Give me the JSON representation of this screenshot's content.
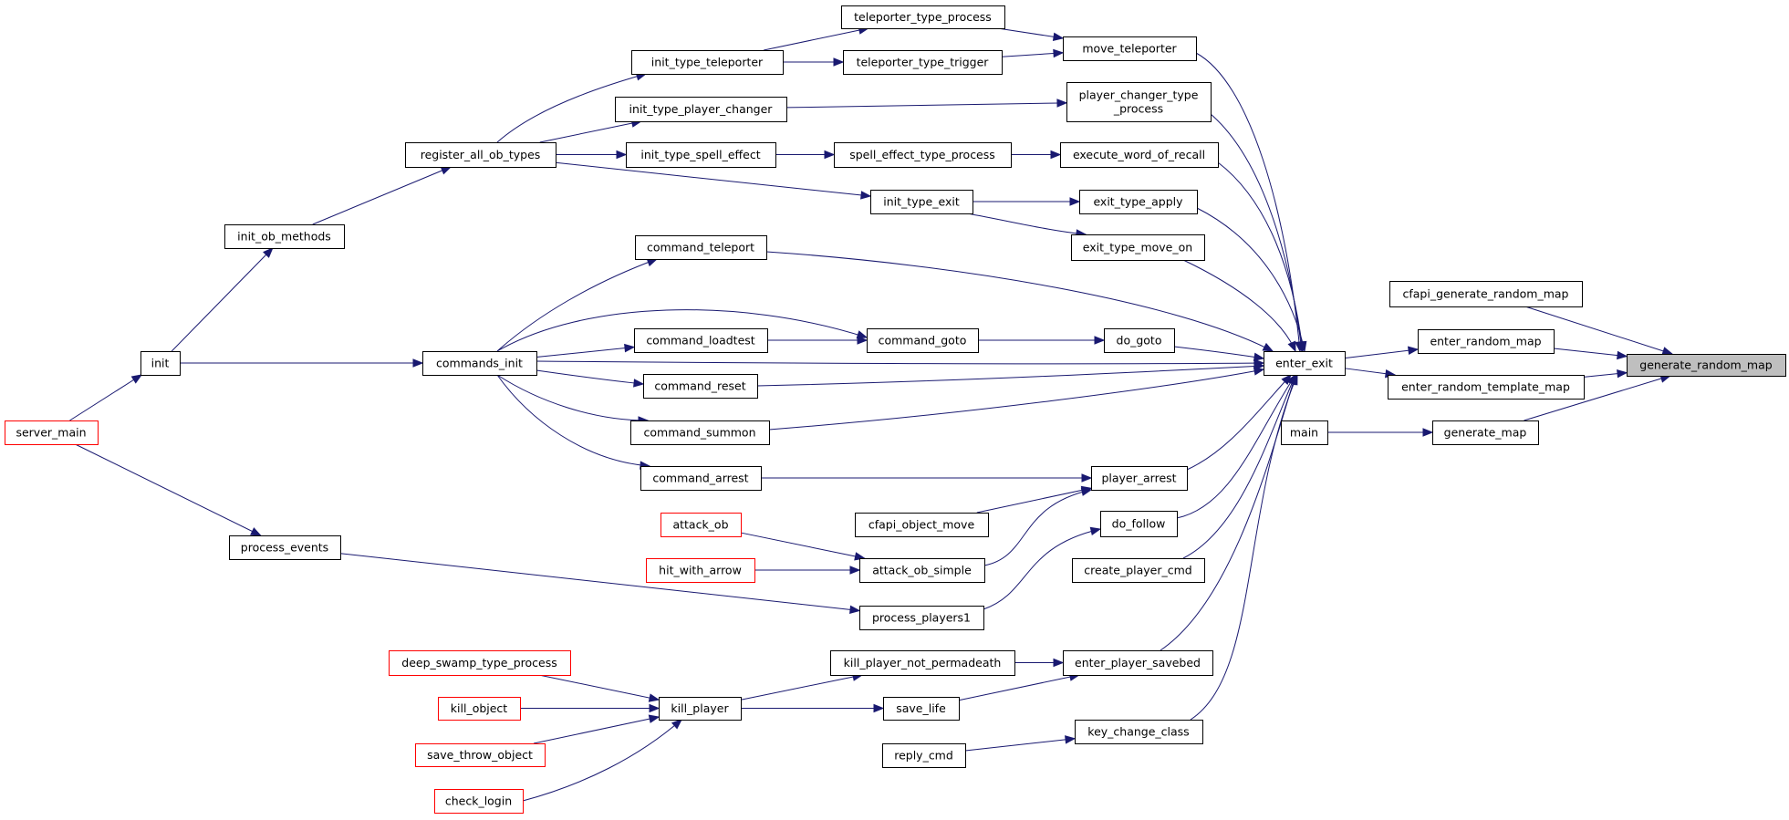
{
  "colors": {
    "edge": "#191970",
    "node_border": "#000000",
    "incomplete_border": "#ff0000",
    "current_fill": "#bfbfbf"
  },
  "nodes": [
    {
      "id": "generate_random_map",
      "label": "generate_random_map",
      "style": "current"
    },
    {
      "id": "cfapi_generate_random_map",
      "label": "cfapi_generate_random_map",
      "style": "normal"
    },
    {
      "id": "enter_random_map",
      "label": "enter_random_map",
      "style": "normal"
    },
    {
      "id": "enter_random_template_map",
      "label": "enter_random_template_map",
      "style": "normal"
    },
    {
      "id": "generate_map",
      "label": "generate_map",
      "style": "normal"
    },
    {
      "id": "main",
      "label": "main",
      "style": "normal"
    },
    {
      "id": "enter_exit",
      "label": "enter_exit",
      "style": "normal"
    },
    {
      "id": "teleporter_type_process",
      "label": "teleporter_type_process",
      "style": "normal"
    },
    {
      "id": "move_teleporter",
      "label": "move_teleporter",
      "style": "normal"
    },
    {
      "id": "init_type_teleporter",
      "label": "init_type_teleporter",
      "style": "normal"
    },
    {
      "id": "teleporter_type_trigger",
      "label": "teleporter_type_trigger",
      "style": "normal"
    },
    {
      "id": "init_type_player_changer",
      "label": "init_type_player_changer",
      "style": "normal"
    },
    {
      "id": "player_changer_type_process",
      "label": "player_changer_type\n_process",
      "style": "normal"
    },
    {
      "id": "register_all_ob_types",
      "label": "register_all_ob_types",
      "style": "normal"
    },
    {
      "id": "init_type_spell_effect",
      "label": "init_type_spell_effect",
      "style": "normal"
    },
    {
      "id": "spell_effect_type_process",
      "label": "spell_effect_type_process",
      "style": "normal"
    },
    {
      "id": "execute_word_of_recall",
      "label": "execute_word_of_recall",
      "style": "normal"
    },
    {
      "id": "init_type_exit",
      "label": "init_type_exit",
      "style": "normal"
    },
    {
      "id": "exit_type_apply",
      "label": "exit_type_apply",
      "style": "normal"
    },
    {
      "id": "exit_type_move_on",
      "label": "exit_type_move_on",
      "style": "normal"
    },
    {
      "id": "init_ob_methods",
      "label": "init_ob_methods",
      "style": "normal"
    },
    {
      "id": "command_teleport",
      "label": "command_teleport",
      "style": "normal"
    },
    {
      "id": "command_loadtest",
      "label": "command_loadtest",
      "style": "normal"
    },
    {
      "id": "command_goto",
      "label": "command_goto",
      "style": "normal"
    },
    {
      "id": "do_goto",
      "label": "do_goto",
      "style": "normal"
    },
    {
      "id": "init",
      "label": "init",
      "style": "normal"
    },
    {
      "id": "commands_init",
      "label": "commands_init",
      "style": "normal"
    },
    {
      "id": "command_reset",
      "label": "command_reset",
      "style": "normal"
    },
    {
      "id": "server_main",
      "label": "server_main",
      "style": "incomplete"
    },
    {
      "id": "command_summon",
      "label": "command_summon",
      "style": "normal"
    },
    {
      "id": "command_arrest",
      "label": "command_arrest",
      "style": "normal"
    },
    {
      "id": "player_arrest",
      "label": "player_arrest",
      "style": "normal"
    },
    {
      "id": "attack_ob",
      "label": "attack_ob",
      "style": "incomplete"
    },
    {
      "id": "cfapi_object_move",
      "label": "cfapi_object_move",
      "style": "normal"
    },
    {
      "id": "do_follow",
      "label": "do_follow",
      "style": "normal"
    },
    {
      "id": "process_events",
      "label": "process_events",
      "style": "normal"
    },
    {
      "id": "hit_with_arrow",
      "label": "hit_with_arrow",
      "style": "incomplete"
    },
    {
      "id": "attack_ob_simple",
      "label": "attack_ob_simple",
      "style": "normal"
    },
    {
      "id": "create_player_cmd",
      "label": "create_player_cmd",
      "style": "normal"
    },
    {
      "id": "process_players1",
      "label": "process_players1",
      "style": "normal"
    },
    {
      "id": "deep_swamp_type_process",
      "label": "deep_swamp_type_process",
      "style": "incomplete"
    },
    {
      "id": "kill_player_not_permadeath",
      "label": "kill_player_not_permadeath",
      "style": "normal"
    },
    {
      "id": "enter_player_savebed",
      "label": "enter_player_savebed",
      "style": "normal"
    },
    {
      "id": "kill_object",
      "label": "kill_object",
      "style": "incomplete"
    },
    {
      "id": "kill_player",
      "label": "kill_player",
      "style": "normal"
    },
    {
      "id": "save_life",
      "label": "save_life",
      "style": "normal"
    },
    {
      "id": "save_throw_object",
      "label": "save_throw_object",
      "style": "incomplete"
    },
    {
      "id": "key_change_class",
      "label": "key_change_class",
      "style": "normal"
    },
    {
      "id": "reply_cmd",
      "label": "reply_cmd",
      "style": "normal"
    },
    {
      "id": "check_login",
      "label": "check_login",
      "style": "incomplete"
    }
  ],
  "edges": [
    {
      "from": "cfapi_generate_random_map",
      "to": "generate_random_map"
    },
    {
      "from": "enter_random_map",
      "to": "generate_random_map"
    },
    {
      "from": "enter_random_template_map",
      "to": "generate_random_map"
    },
    {
      "from": "generate_map",
      "to": "generate_random_map"
    },
    {
      "from": "main",
      "to": "generate_map"
    },
    {
      "from": "enter_exit",
      "to": "enter_random_map"
    },
    {
      "from": "enter_exit",
      "to": "enter_random_template_map"
    },
    {
      "from": "move_teleporter",
      "to": "enter_exit"
    },
    {
      "from": "player_changer_type_process",
      "to": "enter_exit"
    },
    {
      "from": "execute_word_of_recall",
      "to": "enter_exit"
    },
    {
      "from": "exit_type_apply",
      "to": "enter_exit"
    },
    {
      "from": "exit_type_move_on",
      "to": "enter_exit"
    },
    {
      "from": "command_teleport",
      "to": "enter_exit"
    },
    {
      "from": "do_goto",
      "to": "enter_exit"
    },
    {
      "from": "commands_init",
      "to": "enter_exit"
    },
    {
      "from": "command_reset",
      "to": "enter_exit"
    },
    {
      "from": "command_summon",
      "to": "enter_exit"
    },
    {
      "from": "player_arrest",
      "to": "enter_exit"
    },
    {
      "from": "do_follow",
      "to": "enter_exit"
    },
    {
      "from": "create_player_cmd",
      "to": "enter_exit"
    },
    {
      "from": "enter_player_savebed",
      "to": "enter_exit"
    },
    {
      "from": "key_change_class",
      "to": "enter_exit"
    },
    {
      "from": "teleporter_type_process",
      "to": "move_teleporter"
    },
    {
      "from": "teleporter_type_trigger",
      "to": "move_teleporter"
    },
    {
      "from": "init_type_teleporter",
      "to": "teleporter_type_process"
    },
    {
      "from": "init_type_teleporter",
      "to": "teleporter_type_trigger"
    },
    {
      "from": "register_all_ob_types",
      "to": "init_type_teleporter"
    },
    {
      "from": "register_all_ob_types",
      "to": "init_type_player_changer"
    },
    {
      "from": "register_all_ob_types",
      "to": "init_type_spell_effect"
    },
    {
      "from": "register_all_ob_types",
      "to": "init_type_exit"
    },
    {
      "from": "init_type_player_changer",
      "to": "player_changer_type_process"
    },
    {
      "from": "init_type_spell_effect",
      "to": "spell_effect_type_process"
    },
    {
      "from": "spell_effect_type_process",
      "to": "execute_word_of_recall"
    },
    {
      "from": "init_type_exit",
      "to": "exit_type_apply"
    },
    {
      "from": "init_type_exit",
      "to": "exit_type_move_on"
    },
    {
      "from": "init_ob_methods",
      "to": "register_all_ob_types"
    },
    {
      "from": "init",
      "to": "init_ob_methods"
    },
    {
      "from": "init",
      "to": "commands_init"
    },
    {
      "from": "server_main",
      "to": "init"
    },
    {
      "from": "server_main",
      "to": "process_events"
    },
    {
      "from": "commands_init",
      "to": "command_teleport"
    },
    {
      "from": "commands_init",
      "to": "command_goto"
    },
    {
      "from": "commands_init",
      "to": "command_loadtest"
    },
    {
      "from": "commands_init",
      "to": "command_reset"
    },
    {
      "from": "commands_init",
      "to": "command_summon"
    },
    {
      "from": "commands_init",
      "to": "command_arrest"
    },
    {
      "from": "command_loadtest",
      "to": "command_goto"
    },
    {
      "from": "command_goto",
      "to": "do_goto"
    },
    {
      "from": "command_arrest",
      "to": "player_arrest"
    },
    {
      "from": "cfapi_object_move",
      "to": "player_arrest"
    },
    {
      "from": "attack_ob_simple",
      "to": "player_arrest"
    },
    {
      "from": "attack_ob",
      "to": "attack_ob_simple"
    },
    {
      "from": "hit_with_arrow",
      "to": "attack_ob_simple"
    },
    {
      "from": "process_events",
      "to": "process_players1"
    },
    {
      "from": "process_players1",
      "to": "do_follow"
    },
    {
      "from": "kill_player_not_permadeath",
      "to": "enter_player_savebed"
    },
    {
      "from": "save_life",
      "to": "enter_player_savebed"
    },
    {
      "from": "kill_player",
      "to": "kill_player_not_permadeath"
    },
    {
      "from": "kill_player",
      "to": "save_life"
    },
    {
      "from": "deep_swamp_type_process",
      "to": "kill_player"
    },
    {
      "from": "kill_object",
      "to": "kill_player"
    },
    {
      "from": "save_throw_object",
      "to": "kill_player"
    },
    {
      "from": "check_login",
      "to": "kill_player"
    },
    {
      "from": "reply_cmd",
      "to": "key_change_class"
    }
  ]
}
